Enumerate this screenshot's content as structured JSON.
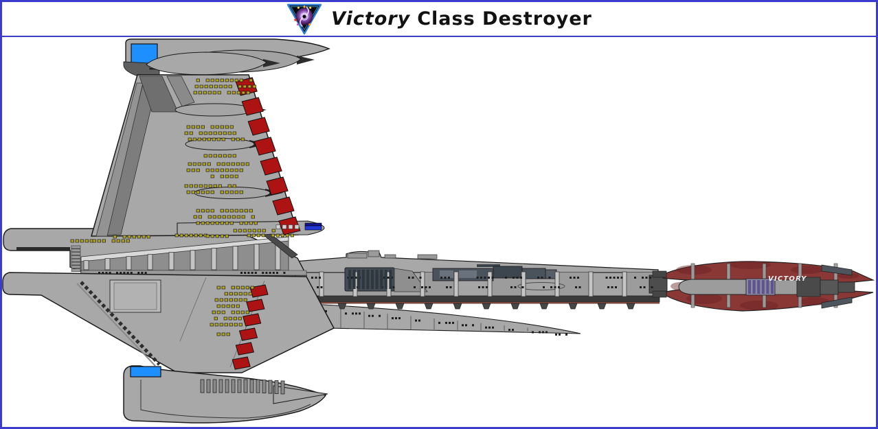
{
  "header": {
    "title_em": "Victory",
    "title_rest": "Class Destroyer",
    "logo_icon": "triangle-galaxy-logo"
  },
  "ship": {
    "hull_label": "VICTORY"
  },
  "colors": {
    "border_blue": "#3c3ccc",
    "text": "#111111",
    "hull": "#a8a8a8",
    "hull_light": "#c6c6c6",
    "hull_dark": "#7d7d7d",
    "panel_dark": "#6f6f6f",
    "outline": "#1a1a1a",
    "window_yellow": "#b4a81e",
    "stripe_red": "#ad1313",
    "accent_blue": "#1e8fff",
    "spar_blue": "#2336d6",
    "machinery_slate": "#434c55",
    "keel_dark": "#3a3a3a",
    "keel_brown": "#7a463c",
    "nacelle_maroon": "#8a3836",
    "nacelle_maroon_dark": "#662222",
    "rib_purple": "#5d5489"
  }
}
